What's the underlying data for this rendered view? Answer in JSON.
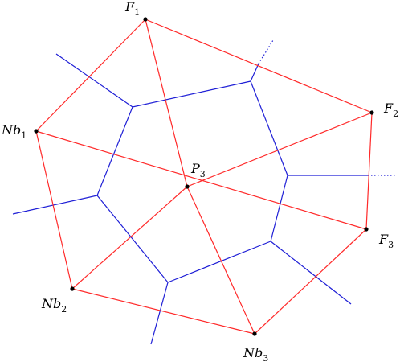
{
  "diagram": {
    "colors": {
      "triangulation": "#ff2a2a",
      "voronoi": "#1f1fd6",
      "points": "#000000",
      "background": "#ffffff"
    },
    "points": [
      {
        "id": "F1",
        "base": "F",
        "sub": "1"
      },
      {
        "id": "F2",
        "base": "F",
        "sub": "2"
      },
      {
        "id": "F3",
        "base": "F",
        "sub": "3"
      },
      {
        "id": "P3",
        "base": "P",
        "sub": "3"
      },
      {
        "id": "Nb1",
        "base": "Nb",
        "sub": "1"
      },
      {
        "id": "Nb2",
        "base": "Nb",
        "sub": "2"
      },
      {
        "id": "Nb3",
        "base": "Nb",
        "sub": "3"
      }
    ],
    "triangulation_edges": [
      [
        "F1",
        "F2"
      ],
      [
        "F2",
        "F3"
      ],
      [
        "F3",
        "Nb3"
      ],
      [
        "Nb3",
        "Nb2"
      ],
      [
        "Nb2",
        "Nb1"
      ],
      [
        "Nb1",
        "F1"
      ],
      [
        "F1",
        "P3"
      ],
      [
        "F2",
        "P3"
      ],
      [
        "F3",
        "Nb1"
      ],
      [
        "P3",
        "Nb2"
      ],
      [
        "P3",
        "Nb3"
      ]
    ],
    "voronoi_style": {
      "solid": "voronoi",
      "dotted": "dotted voronoi ray"
    }
  }
}
